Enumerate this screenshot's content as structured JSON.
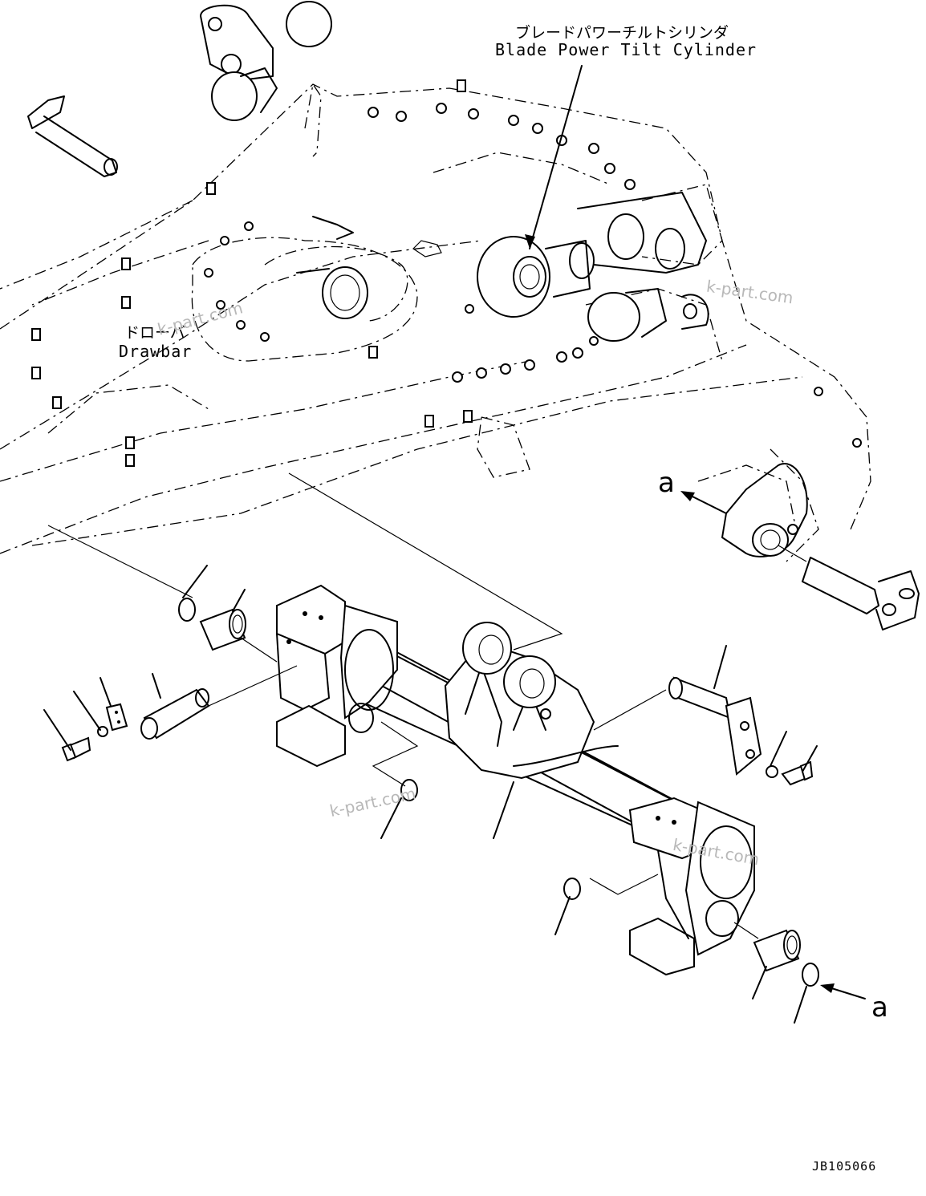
{
  "labels": {
    "cylinder_jp": "ブレードパワーチルトシリンダ",
    "cylinder_en": "Blade Power Tilt Cylinder",
    "drawbar_jp": "ドローバ",
    "drawbar_en": "Drawbar",
    "ref_a_top": "a",
    "ref_a_bottom": "a",
    "drawing_no": "JB105066"
  },
  "watermarks": [
    "k-part.com",
    "k-part.com",
    "k-part.com",
    "k-part.com"
  ]
}
